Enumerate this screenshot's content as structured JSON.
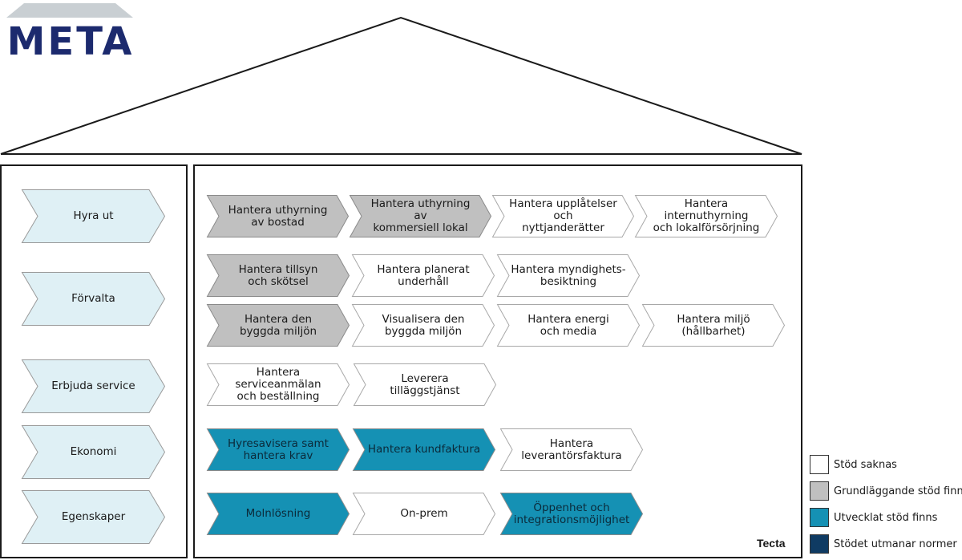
{
  "logo": {
    "text": "META"
  },
  "colors": {
    "white": "#ffffff",
    "grey": "#c0c0c0",
    "blue": "#1591b4",
    "dark": "#0f3b63",
    "left_fill": "#dff0f5",
    "stroke": "#9a9a9a"
  },
  "categories": [
    "Hyra ut",
    "Förvalta",
    "Erbjuda service",
    "Ekonomi",
    "Egenskaper"
  ],
  "rows": [
    [
      {
        "label": "Hantera uthyrning\nav bostad",
        "status": "grey"
      },
      {
        "label": "Hantera uthyrning av\nkommersiell lokal",
        "status": "grey"
      },
      {
        "label": "Hantera upplåtelser och\nnyttjanderätter",
        "status": "white"
      },
      {
        "label": "Hantera internuthyrning\noch lokalförsörjning",
        "status": "white"
      }
    ],
    [
      {
        "label": "Hantera tillsyn\noch skötsel",
        "status": "grey"
      },
      {
        "label": "Hantera planerat\nunderhåll",
        "status": "white"
      },
      {
        "label": "Hantera myndighets-\nbesiktning",
        "status": "white"
      }
    ],
    [
      {
        "label": "Hantera den\nbyggda miljön",
        "status": "grey"
      },
      {
        "label": "Visualisera den\nbyggda miljön",
        "status": "white"
      },
      {
        "label": "Hantera energi\noch media",
        "status": "white"
      },
      {
        "label": "Hantera miljö\n(hållbarhet)",
        "status": "white"
      }
    ],
    [
      {
        "label": "Hantera serviceanmälan\noch beställning",
        "status": "white"
      },
      {
        "label": "Leverera\ntilläggstjänst",
        "status": "white"
      }
    ],
    [
      {
        "label": "Hyresavisera samt\nhantera krav",
        "status": "blue"
      },
      {
        "label": "Hantera kundfaktura",
        "status": "blue"
      },
      {
        "label": "Hantera\nleverantörsfaktura",
        "status": "white"
      }
    ],
    [
      {
        "label": "Molnlösning",
        "status": "blue"
      },
      {
        "label": "On-prem",
        "status": "white"
      },
      {
        "label": "Öppenhet och\nintegrationsmöjlighet",
        "status": "blue"
      }
    ]
  ],
  "system_name": "Tecta",
  "legend": [
    {
      "label": "Stöd saknas",
      "status": "white"
    },
    {
      "label": "Grundläggande stöd finns",
      "status": "grey"
    },
    {
      "label": "Utvecklat stöd finns",
      "status": "blue"
    },
    {
      "label": "Stödet utmanar normer",
      "status": "dark"
    }
  ]
}
